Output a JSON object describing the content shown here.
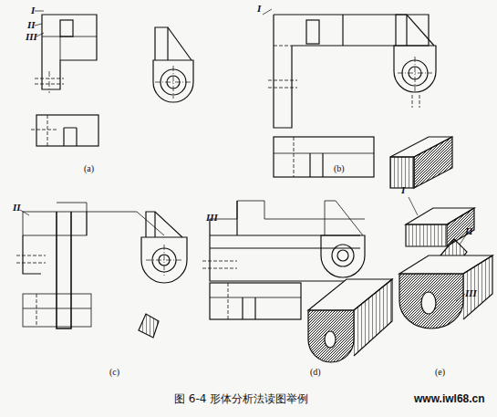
{
  "diagram": {
    "caption": "图 6-4 形体分析法读图举例",
    "labels": [
      "I",
      "II",
      "III",
      "I",
      "II",
      "III",
      "I",
      "II",
      "III",
      "(a)",
      "(b)",
      "(c)",
      "(d)",
      "(e)",
      "www.iwl68.cn"
    ]
  }
}
